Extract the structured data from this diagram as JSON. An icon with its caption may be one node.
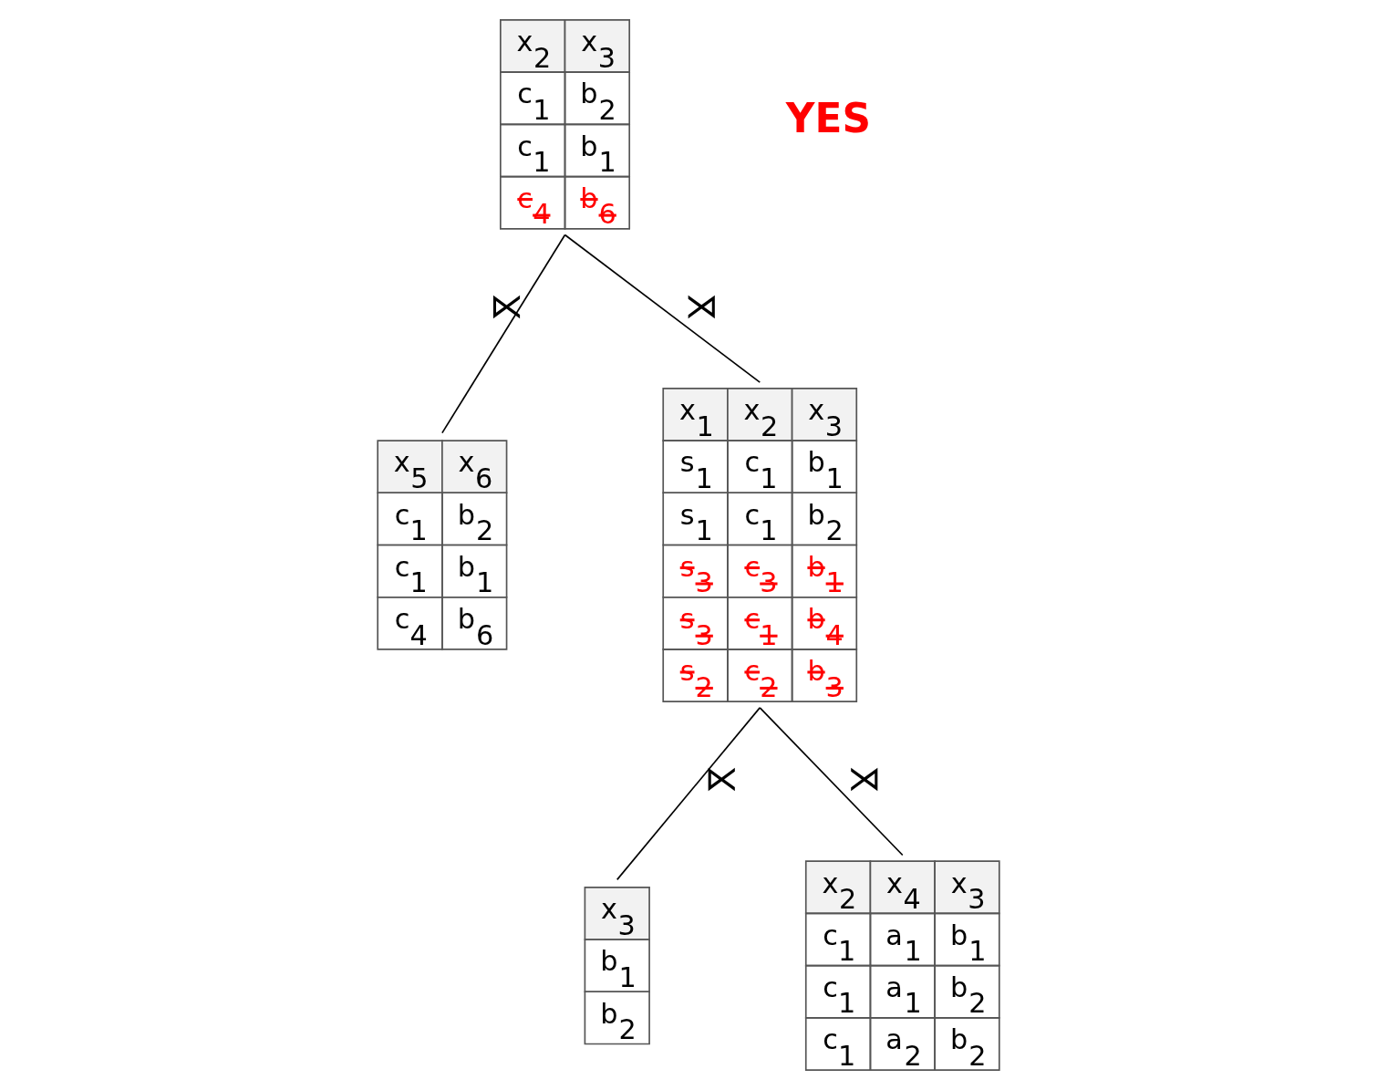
{
  "diagram": {
    "nodes": [
      {
        "text": [
          "x$_{2}$ x$_{3}$",
          "c$_{1}$ b$_{2}$",
          "c$_{1}$ b$_{1}$",
          "c$_{4}$ b$_{6}$"
        ]
      },
      {
        "text": [
          "x$_{5}$ x$_{6}$",
          "c$_{1}$ b$_{2}$",
          "c$_{1}$ b$_{1}$",
          "c$_{4}$ b$_{6}$"
        ]
      },
      {
        "text": [
          "x$_{1}$ x$_{2}$ x$_{3}$",
          "s$_{1}$ c$_{1}$ b$_{1}$",
          "s$_{1}$ c$_{1}$ b$_{2}$",
          "s$_{3}$ c$_{3}$ b$_{1}$",
          "s$_{3}$ c$_{1}$ b$_{4}$",
          "s$_{2}$ c$_{2}$ b$_{3}$"
        ]
      },
      {
        "text": [
          "x$_{3}$",
          "b$_{1}$",
          "b$_{2}$"
        ]
      },
      {
        "text": [
          "x$_{2}$ x$_{4}$ x$_{3}$",
          "c$_{1}$ a$_{1}$ b$_{1}$",
          "c$_{1}$ a$_{1}$ b$_{2}$",
          "c$_{1}$ a$_{2}$ b$_{2}$"
        ]
      }
    ],
    "edges": [
      {
        "from": 0,
        "to": 1,
        "arrow": "none",
        "label": "⋉"
      },
      {
        "from": 0,
        "to": 2,
        "arrow": "none",
        "label": "⋊"
      },
      {
        "from": 2,
        "to": 3,
        "arrow": "none",
        "label": "⋉"
      },
      {
        "from": 2,
        "to": 4,
        "arrow": "none",
        "label": "⋊"
      }
    ],
    "labels": [
      "YES"
    ]
  }
}
